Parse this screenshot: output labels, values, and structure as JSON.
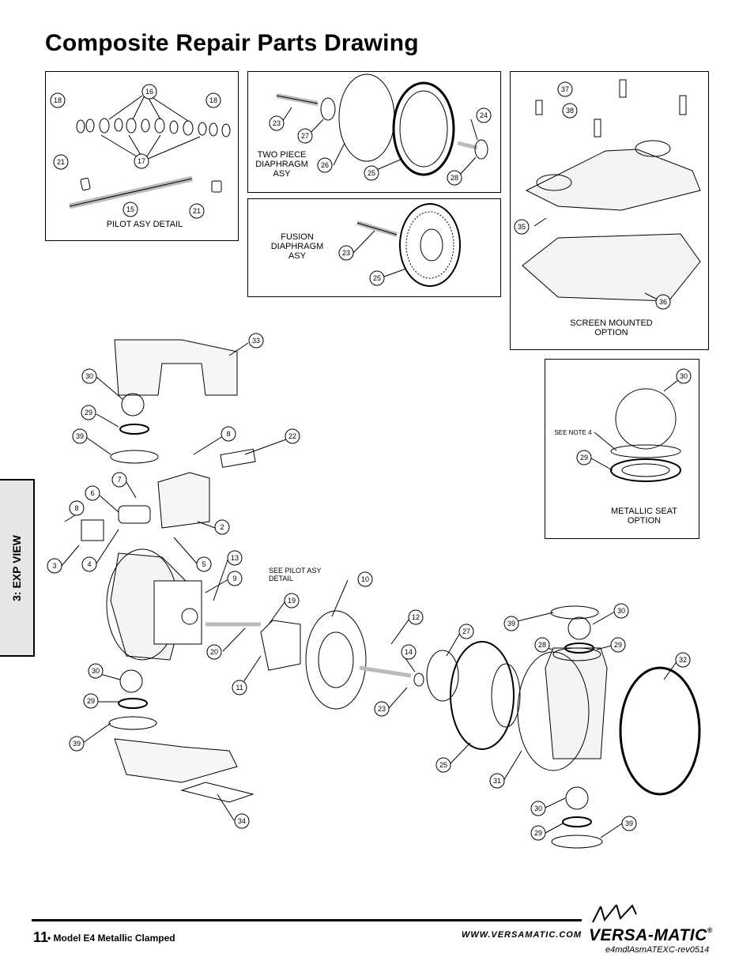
{
  "title": "Composite Repair Parts Drawing",
  "side_tab": "3: EXP VIEW",
  "captions": {
    "pilot": "PILOT ASY DETAIL",
    "two_piece": "TWO PIECE DIAPHRAGM ASY",
    "fusion": "FUSION DIAPHRAGM ASY",
    "screen": "SCREEN MOUNTED OPTION",
    "metallic": "METALLIC SEAT OPTION",
    "see_pilot": "SEE PILOT ASY DETAIL",
    "see_note": "SEE NOTE 4"
  },
  "callouts": {
    "pilot": [
      "18",
      "16",
      "18",
      "21",
      "17",
      "15",
      "21"
    ],
    "two_piece": [
      "23",
      "27",
      "26",
      "25",
      "24",
      "28"
    ],
    "fusion": [
      "23",
      "25"
    ],
    "screen": [
      "37",
      "38",
      "35",
      "36"
    ],
    "metallic": [
      "30",
      "29"
    ],
    "main": [
      "33",
      "30",
      "29",
      "39",
      "8",
      "22",
      "7",
      "6",
      "8",
      "2",
      "3",
      "4",
      "5",
      "13",
      "9",
      "10",
      "19",
      "12",
      "20",
      "11",
      "27",
      "14",
      "39",
      "30",
      "28",
      "29",
      "32",
      "30",
      "29",
      "39",
      "23",
      "25",
      "31",
      "30",
      "29",
      "39",
      "34"
    ]
  },
  "footer": {
    "page": "11",
    "model": "• Model E4 Metallic Clamped",
    "website": "WWW.VERSAMATIC.COM",
    "brand": "VERSA-MATIC",
    "brand_mark": "®",
    "doc_code": "e4mdlAsmATEXC-rev0514"
  }
}
